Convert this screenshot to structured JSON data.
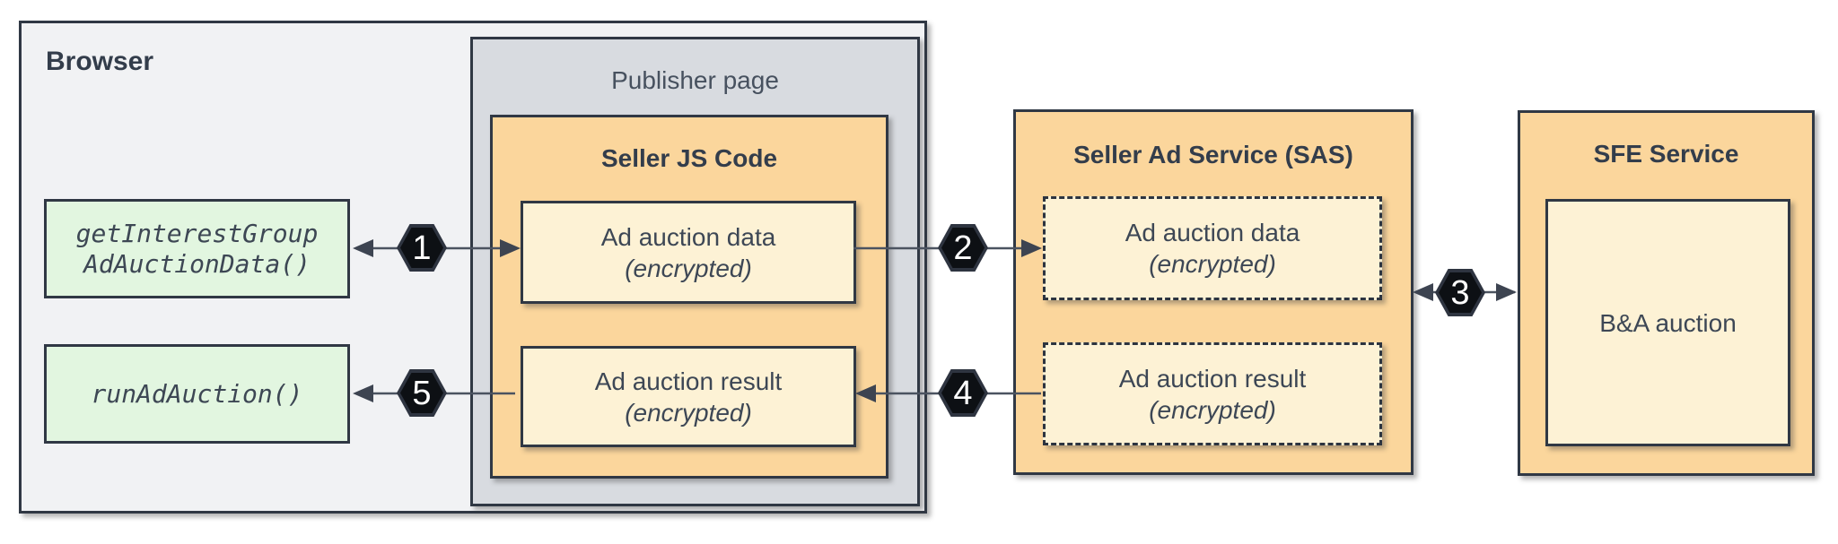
{
  "browser": {
    "label": "Browser",
    "get_interest_group_box": {
      "line1": "getInterestGroup",
      "line2": "AdAuctionData()"
    },
    "run_ad_auction_box": {
      "label": "runAdAuction()"
    }
  },
  "publisher": {
    "label": "Publisher page"
  },
  "seller_js": {
    "title": "Seller JS Code",
    "ad_auction_data_box": {
      "title": "Ad auction data",
      "subtitle": "(encrypted)"
    },
    "ad_auction_result_box": {
      "title": "Ad auction result",
      "subtitle": "(encrypted)"
    }
  },
  "sas": {
    "title": "Seller Ad Service (SAS)",
    "ad_auction_data_box": {
      "title": "Ad auction data",
      "subtitle": "(encrypted)"
    },
    "ad_auction_result_box": {
      "title": "Ad auction result",
      "subtitle": "(encrypted)"
    }
  },
  "sfe": {
    "title": "SFE Service",
    "ba_auction_box": {
      "label": "B&A auction"
    }
  },
  "steps": {
    "s1": "1",
    "s2": "2",
    "s3": "3",
    "s4": "4",
    "s5": "5"
  },
  "colors": {
    "orange_panel": "#fbd69c",
    "cream_box": "#fdf2d5",
    "green_box": "#e2f6e0",
    "browser_fill": "#f1f2f4",
    "publisher_fill": "#d8dbe0",
    "border_dark": "#303844",
    "arrow_line": "#4b5360",
    "hexagon_fill": "#0d1014",
    "hexagon_text": "#ffffff",
    "text_dark": "#333d4b"
  }
}
